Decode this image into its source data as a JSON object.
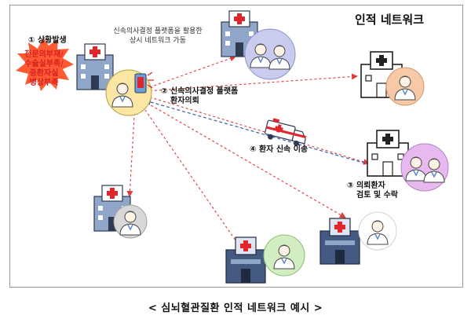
{
  "title": "인적 네트워크",
  "step1_label": "① 상황발생",
  "situation_lines": [
    "전문의부재/",
    "수술실부족/",
    "중환자실",
    "병상부족"
  ],
  "top_note_lines": [
    "신속의사결정 플랫폼을 활용한",
    "상시 네트워크 가동"
  ],
  "step2_lines": [
    "② 신속의사결정 플랫폼",
    "환자의뢰"
  ],
  "step4_label": "④ 환자 신속 이송",
  "step3_lines": [
    "③ 의뢰환자",
    "검토 및 수락"
  ],
  "caption": "< 심뇌혈관질환 인적 네트워크 예시 >",
  "colors": {
    "red_arrow": "#e23b3b",
    "blue_arrow": "#3a5fa8",
    "burst": "#ff5a33",
    "building_light": "#8fa6c8",
    "building_dark": "#445a82",
    "red_cross": "#e0262b",
    "circle_yellow": "#fbe6a4",
    "circle_blue": "#c9ccef",
    "circle_orange": "#f7c9a6",
    "circle_purple": "#e7b9f0",
    "circle_green": "#d2edc2",
    "circle_gray": "#d8d8d8"
  },
  "icons": [
    "hospital-icon",
    "doctor-icon",
    "phone-alert-icon",
    "ambulance-icon",
    "explosion-burst-icon"
  ]
}
